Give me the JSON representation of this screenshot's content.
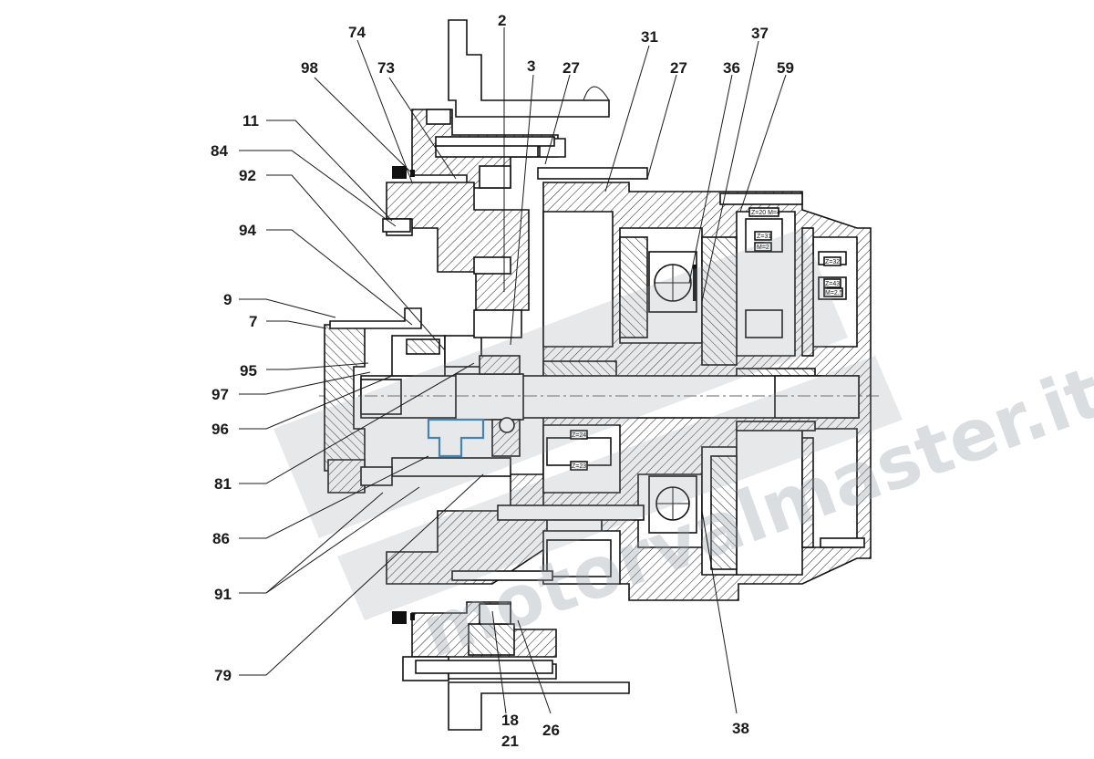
{
  "callouts": [
    {
      "id": "c2",
      "text": "2"
    },
    {
      "id": "c74",
      "text": "74"
    },
    {
      "id": "c31",
      "text": "31"
    },
    {
      "id": "c37",
      "text": "37"
    },
    {
      "id": "c98",
      "text": "98"
    },
    {
      "id": "c73",
      "text": "73"
    },
    {
      "id": "c3",
      "text": "3"
    },
    {
      "id": "c27a",
      "text": "27"
    },
    {
      "id": "c27b",
      "text": "27"
    },
    {
      "id": "c36",
      "text": "36"
    },
    {
      "id": "c59",
      "text": "59"
    },
    {
      "id": "c11",
      "text": "11"
    },
    {
      "id": "c84",
      "text": "84"
    },
    {
      "id": "c92",
      "text": "92"
    },
    {
      "id": "c94",
      "text": "94"
    },
    {
      "id": "c9",
      "text": "9"
    },
    {
      "id": "c7",
      "text": "7"
    },
    {
      "id": "c95",
      "text": "95"
    },
    {
      "id": "c97",
      "text": "97"
    },
    {
      "id": "c96",
      "text": "96"
    },
    {
      "id": "c81",
      "text": "81"
    },
    {
      "id": "c86",
      "text": "86"
    },
    {
      "id": "c91",
      "text": "91"
    },
    {
      "id": "c79",
      "text": "79"
    },
    {
      "id": "c18",
      "text": "18"
    },
    {
      "id": "c21",
      "text": "21"
    },
    {
      "id": "c26",
      "text": "26"
    },
    {
      "id": "c38",
      "text": "38"
    }
  ],
  "gear_labels": {
    "g1": "Z=20 M=4",
    "g2": "Z=31",
    "g3": "M=2",
    "g4": "Z=32",
    "g5": "Z=43",
    "g6": "M=2.5",
    "g7": "Z=24",
    "g8": "Z=23"
  },
  "watermark": {
    "text": "motorvalmaster.it",
    "color": "#9aa3ab"
  }
}
